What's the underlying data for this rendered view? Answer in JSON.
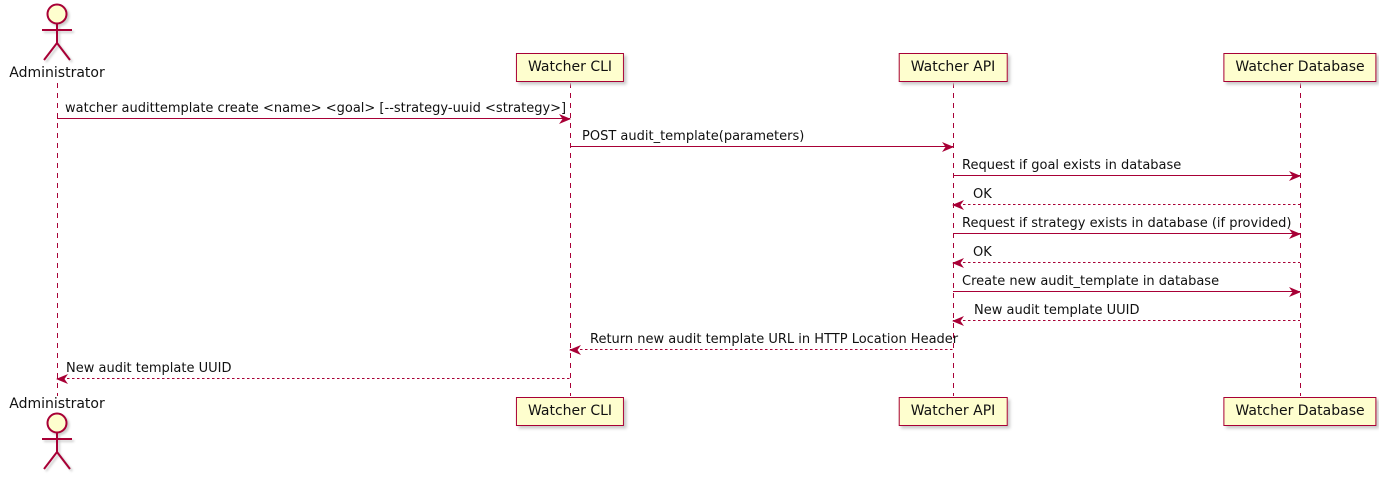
{
  "diagram": {
    "kind": "uml-sequence-diagram",
    "participants": [
      {
        "id": "administrator",
        "kind": "actor",
        "label": "Administrator"
      },
      {
        "id": "watcher-cli",
        "kind": "participant",
        "label": "Watcher CLI"
      },
      {
        "id": "watcher-api",
        "kind": "participant",
        "label": "Watcher API"
      },
      {
        "id": "watcher-database",
        "kind": "participant",
        "label": "Watcher Database"
      }
    ],
    "messages": [
      {
        "from": "Administrator",
        "to": "Watcher CLI",
        "line": "solid",
        "text": "watcher audittemplate create <name> <goal> [--strategy-uuid <strategy>]"
      },
      {
        "from": "Watcher CLI",
        "to": "Watcher API",
        "line": "solid",
        "text": "POST audit_template(parameters)"
      },
      {
        "from": "Watcher API",
        "to": "Watcher Database",
        "line": "solid",
        "text": "Request if goal exists in database"
      },
      {
        "from": "Watcher Database",
        "to": "Watcher API",
        "line": "dashed",
        "text": "OK"
      },
      {
        "from": "Watcher API",
        "to": "Watcher Database",
        "line": "solid",
        "text": "Request if strategy exists in database (if provided)"
      },
      {
        "from": "Watcher Database",
        "to": "Watcher API",
        "line": "dashed",
        "text": "OK"
      },
      {
        "from": "Watcher API",
        "to": "Watcher Database",
        "line": "solid",
        "text": "Create new audit_template in database"
      },
      {
        "from": "Watcher Database",
        "to": "Watcher API",
        "line": "dashed",
        "text": "New audit template UUID"
      },
      {
        "from": "Watcher API",
        "to": "Watcher CLI",
        "line": "dashed",
        "text": "Return new audit template URL in HTTP Location Header"
      },
      {
        "from": "Watcher CLI",
        "to": "Administrator",
        "line": "dashed",
        "text": "New audit template UUID"
      }
    ],
    "colors": {
      "participant_fill": "#FEFECE",
      "line": "#A80036",
      "text": "#111111"
    }
  }
}
